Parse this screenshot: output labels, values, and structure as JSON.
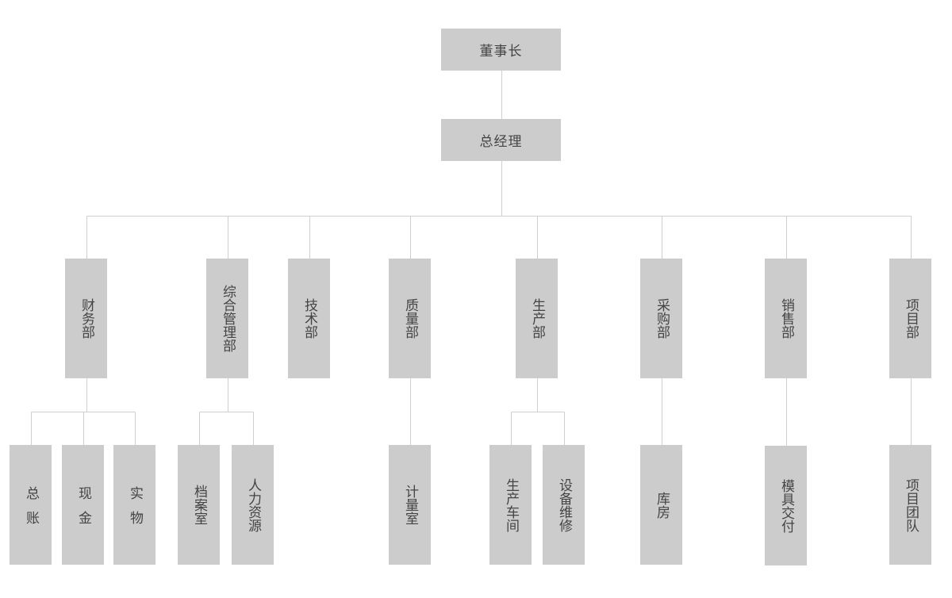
{
  "org_chart": {
    "nodes": [
      {
        "id": "chairman",
        "label": "董事长"
      },
      {
        "id": "gm",
        "label": "总经理"
      },
      {
        "id": "finance",
        "label": "财务部"
      },
      {
        "id": "admin",
        "label": "综合管理部"
      },
      {
        "id": "tech",
        "label": "技术部"
      },
      {
        "id": "quality",
        "label": "质量部"
      },
      {
        "id": "production",
        "label": "生产部"
      },
      {
        "id": "purchase",
        "label": "采购部"
      },
      {
        "id": "sales",
        "label": "销售部"
      },
      {
        "id": "project",
        "label": "项目部"
      },
      {
        "id": "ledger",
        "label": "总账"
      },
      {
        "id": "cash",
        "label": "现金"
      },
      {
        "id": "physical",
        "label": "实物"
      },
      {
        "id": "archive",
        "label": "档案室"
      },
      {
        "id": "hr",
        "label": "人力资源"
      },
      {
        "id": "metrology",
        "label": "计量室"
      },
      {
        "id": "workshop",
        "label": "生产车间"
      },
      {
        "id": "maintenance",
        "label": "设备维修"
      },
      {
        "id": "warehouse",
        "label": "库房"
      },
      {
        "id": "mold",
        "label": "模具交付"
      },
      {
        "id": "team",
        "label": "项目团队"
      }
    ],
    "edges": [
      [
        "chairman",
        "gm"
      ],
      [
        "gm",
        "finance"
      ],
      [
        "gm",
        "admin"
      ],
      [
        "gm",
        "tech"
      ],
      [
        "gm",
        "quality"
      ],
      [
        "gm",
        "production"
      ],
      [
        "gm",
        "purchase"
      ],
      [
        "gm",
        "sales"
      ],
      [
        "gm",
        "project"
      ],
      [
        "finance",
        "ledger"
      ],
      [
        "finance",
        "cash"
      ],
      [
        "finance",
        "physical"
      ],
      [
        "admin",
        "archive"
      ],
      [
        "admin",
        "hr"
      ],
      [
        "quality",
        "metrology"
      ],
      [
        "production",
        "workshop"
      ],
      [
        "production",
        "maintenance"
      ],
      [
        "purchase",
        "warehouse"
      ],
      [
        "sales",
        "mold"
      ],
      [
        "project",
        "team"
      ]
    ],
    "colors": {
      "box": "#cccccc",
      "text": "#444444",
      "line": "#cfcfcf"
    }
  }
}
